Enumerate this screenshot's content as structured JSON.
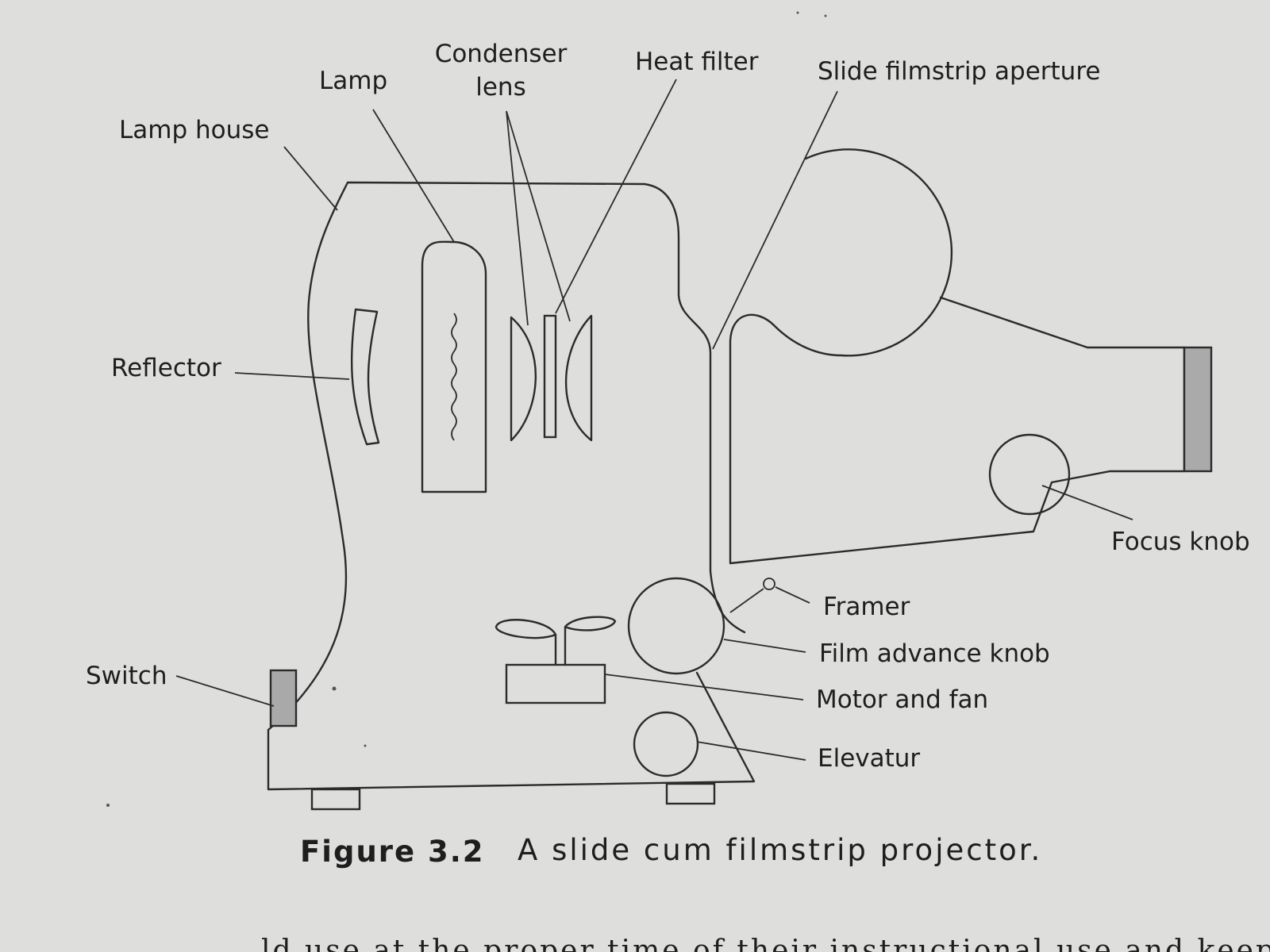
{
  "labels": {
    "lamp_house": "Lamp house",
    "lamp": "Lamp",
    "condenser_line1": "Condenser",
    "condenser_line2": "lens",
    "heat_filter": "Heat filter",
    "aperture": "Slide filmstrip aperture",
    "reflector": "Reflector",
    "switch": "Switch",
    "focus_knob": "Focus knob",
    "framer": "Framer",
    "film_advance": "Film advance knob",
    "motor_fan": "Motor and fan",
    "elevator": "Elevatur"
  },
  "caption": {
    "number": "Figure 3.2",
    "title": "A slide cum filmstrip projector."
  },
  "bottom_text": "…ld use at the proper time of their instructional use and keep"
}
